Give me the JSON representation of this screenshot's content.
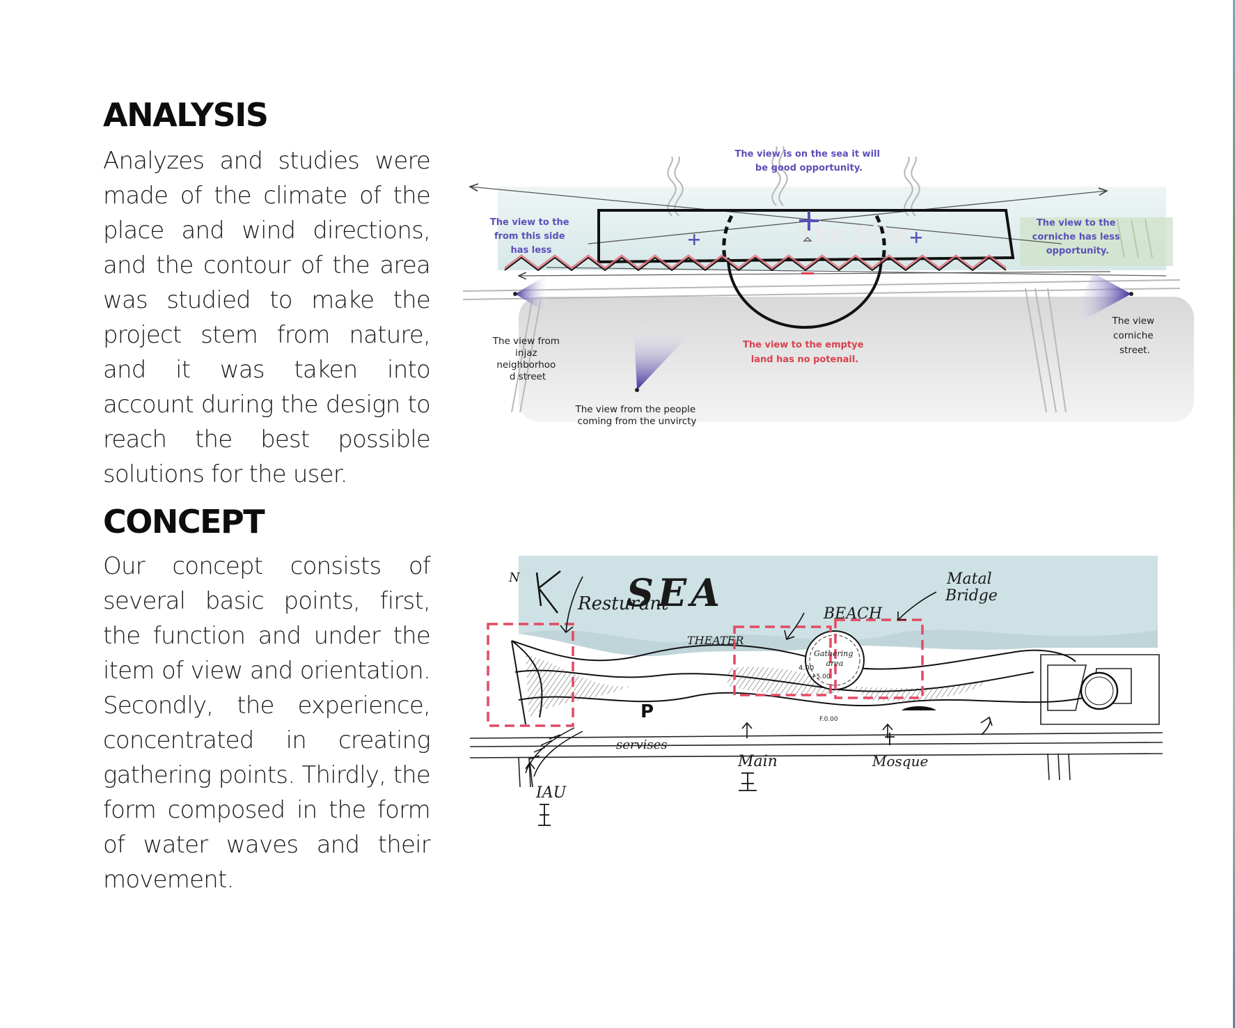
{
  "analysis": {
    "title": "ANALYSIS",
    "text": "Analyzes and studies were made of the climate of the place and wind directions, and the contour of the area was studied to make the project stem from nature, and it was taken into account during the design to reach the best possible solutions for the user."
  },
  "concept": {
    "title": "CONCEPT",
    "text": "Our concept consists of several basic points, first, the function and under the item of view and orientation. Secondly, the experience, concentrated in creating gathering points. Thirdly, the form composed in the form of water waves and their movement."
  },
  "analysis_diagram": {
    "site_label": "The Site",
    "sea_view": [
      "The view is on the sea it will",
      "be good opportunity."
    ],
    "left_view": [
      "The view to the",
      "from this side",
      "has less"
    ],
    "corniche_view": [
      "The view to the",
      "corniche has less",
      "opportunity."
    ],
    "corniche_street": [
      "The view",
      "corniche",
      "street."
    ],
    "injaz_street": [
      "The view from",
      "injaz",
      "neighborhoo",
      "d street"
    ],
    "empty_land": [
      "The view to the emptye",
      "land has no potenail."
    ],
    "university": [
      "The view from the people",
      "coming from the unvircty"
    ],
    "colors": {
      "accent_blue": "#5b4fb8",
      "accent_red": "#d9414d",
      "zigzag": "#e0707a",
      "sea": "#dcebec"
    }
  },
  "concept_sketch": {
    "sea": "SEA",
    "north": "N",
    "restaurant": "Resturant",
    "beach": "BEACH",
    "metal_bridge": [
      "Matal",
      "Bridge"
    ],
    "theater": "THEATER",
    "gathering": [
      "Gathering",
      "area"
    ],
    "parking": "P",
    "services": "servises",
    "main": "Main",
    "mosque": "Mosque",
    "iau": "IAU",
    "level_1": "4.00",
    "level_2": "+5.00",
    "level_3": "F.0.00",
    "colors": {
      "dash_red": "#e24a63",
      "sea": "#c9dee1"
    }
  }
}
